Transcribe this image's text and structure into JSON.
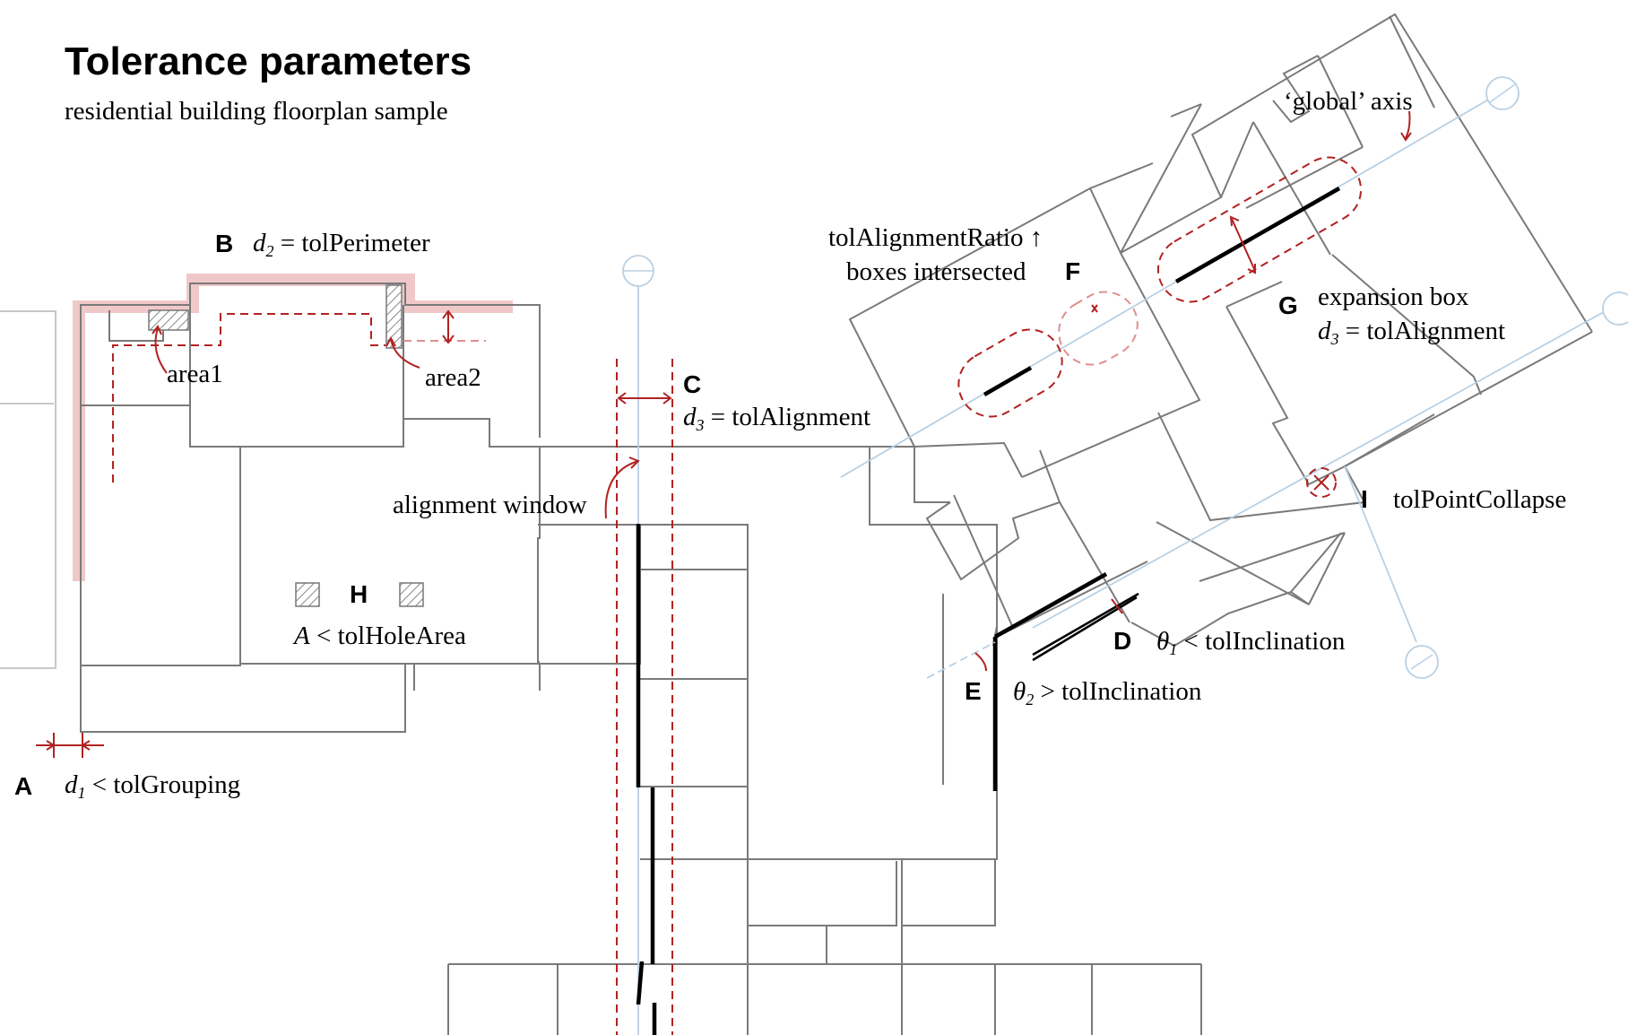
{
  "header": {
    "title": "Tolerance parameters",
    "subtitle": "residential building floorplan sample"
  },
  "labels": {
    "A": {
      "letter": "A",
      "d": "d",
      "sub": "1",
      "text": " < tolGrouping"
    },
    "B": {
      "letter": "B",
      "d": "d",
      "sub": "2",
      "text": " = tolPerimeter"
    },
    "C": {
      "letter": "C",
      "d": "d",
      "sub": "3",
      "text": " = tolAlignment"
    },
    "D": {
      "letter": "D",
      "theta": "θ",
      "sub": "1",
      "text": " < tolInclination"
    },
    "E": {
      "letter": "E",
      "theta": "θ",
      "sub": "2",
      "text": " > tolInclination"
    },
    "F": {
      "letter": "F",
      "line1": "tolAlignmentRatio ↑",
      "line2": "boxes intersected"
    },
    "G": {
      "letter": "G",
      "line1": "expansion box",
      "d": "d",
      "sub": "3",
      "text": " = tolAlignment"
    },
    "H": {
      "letter": "H",
      "a": "A",
      "text": " < tolHoleArea"
    },
    "I": {
      "letter": "I",
      "text": "tolPointCollapse"
    }
  },
  "annotations": {
    "area1": "area1",
    "area2": "area2",
    "alignment_window": "alignment window",
    "global_axis": "‘global’ axis"
  },
  "colors": {
    "annotation_red": "#b22222",
    "perimeter_highlight": "#f0c8c8",
    "axis_blue": "#b9d0e3",
    "wall_grey": "#7a7a7a"
  }
}
